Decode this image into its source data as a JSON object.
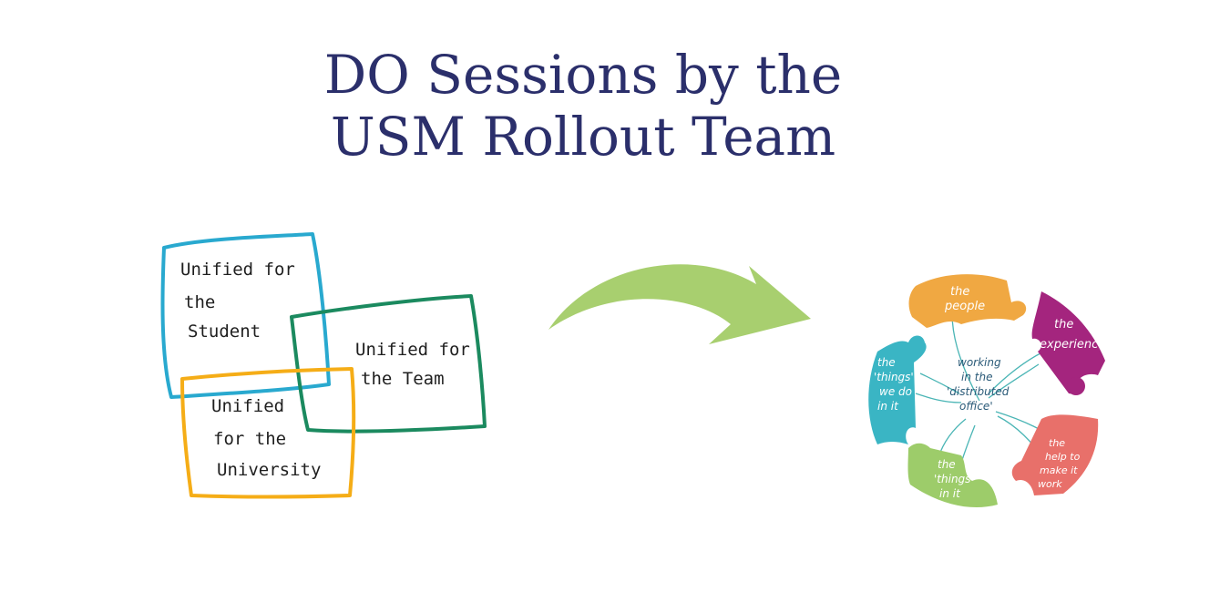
{
  "title": {
    "line1": "DO Sessions by the",
    "line2": "USM Rollout Team"
  },
  "venn": {
    "student": [
      "Unified for",
      "the",
      "Student"
    ],
    "team": [
      "Unified for",
      "the Team"
    ],
    "university": [
      "Unified",
      "for the",
      "University"
    ]
  },
  "colors": {
    "title": "#2b2f6b",
    "arrow": "#a8cf6f",
    "student": "#29a9cf",
    "team": "#1b8a5f",
    "university": "#f5ad17",
    "people": "#f0a842",
    "experiences": "#a4257e",
    "help": "#e8706a",
    "things_in": "#9dcc6a",
    "things_do": "#3ab5c4"
  },
  "wheel": {
    "center": [
      "working",
      "in the",
      "'distributed",
      "office'"
    ],
    "people": [
      "the",
      "people"
    ],
    "experiences": [
      "the",
      "experiences"
    ],
    "help": [
      "the",
      "help to",
      "make it",
      "work"
    ],
    "things_in": [
      "the",
      "'things'",
      "in it"
    ],
    "things_do": [
      "the",
      "'things'",
      "we do",
      "in it"
    ]
  }
}
